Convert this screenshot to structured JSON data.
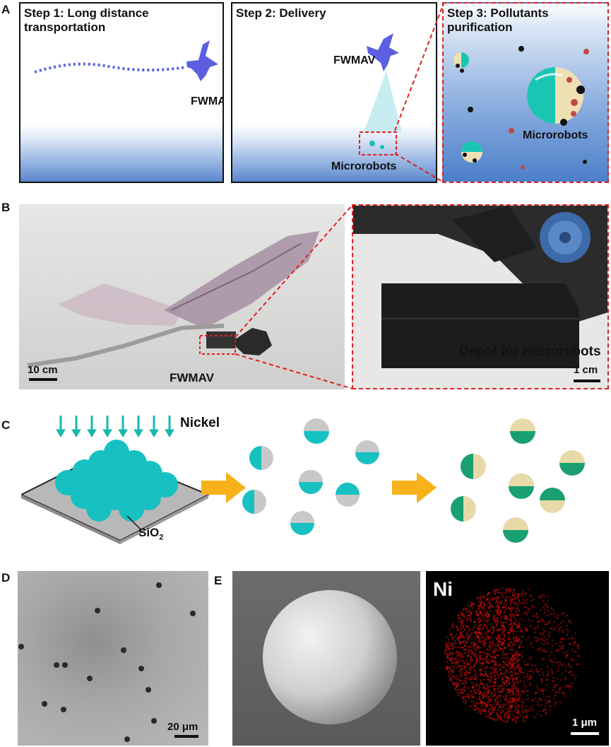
{
  "panels": {
    "A": "A",
    "B": "B",
    "C": "C",
    "D": "D",
    "E": "E"
  },
  "panel_a": {
    "step1": "Step 1: Long distance transportation",
    "step2": "Step 2: Delivery",
    "step3": "Step 3:  Pollutants purification",
    "fwmav_1": "FWMAV",
    "fwmav_2": "FWMAV",
    "microrobots_2": "Microrobots",
    "microrobots_3": "Microrobots"
  },
  "panel_b": {
    "fwmav": "FWMAV",
    "depot": "Depot for microrobots",
    "scale_left": "10 cm",
    "scale_right": "1 cm"
  },
  "panel_c": {
    "nickel": "Nickel",
    "sio2": "SiO",
    "sio2_sub": "2"
  },
  "panel_d": {
    "scale": "20 μm"
  },
  "panel_e": {
    "element": "Ni",
    "scale": "1 μm"
  },
  "colors": {
    "bird": "#5b5fe0",
    "cyan": "#16c0b8",
    "green": "#1aa070",
    "cream": "#e8d9a8",
    "dashed_red": "#e02020",
    "arrow_orange": "#f7b21b"
  }
}
